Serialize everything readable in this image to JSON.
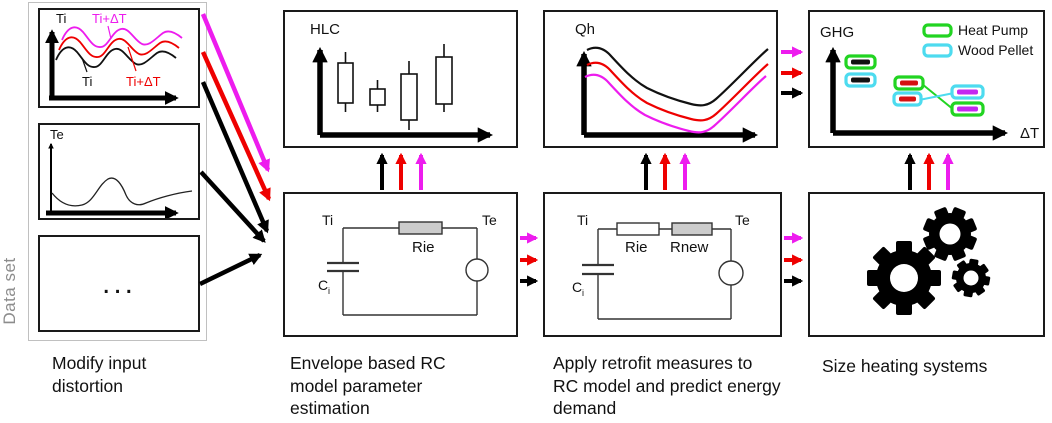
{
  "figure": {
    "captions": {
      "col1": "Modify input distortion",
      "col2": "Envelope based RC model parameter estimation",
      "col3": "Apply retrofit measures to RC model and predict energy demand",
      "col4": "Size heating systems"
    },
    "dataset": {
      "side_label": "Data set",
      "ti_plot": {
        "y_label": "Ti",
        "curve_top_label": "Ti+ΔT",
        "curve_mid_label": "Ti",
        "curve_bottom_label": "Ti+ΔT"
      },
      "te_plot": {
        "y_label": "Te"
      },
      "ellipsis": "..."
    },
    "hlc_plot": {
      "y_label": "HLC"
    },
    "qh_plot": {
      "y_label": "Qh"
    },
    "ghg_plot": {
      "y_label": "GHG",
      "x_label": "ΔT",
      "legend": {
        "heat_pump": "Heat Pump",
        "wood_pellet": "Wood Pellet"
      }
    },
    "circuit1": {
      "node_left": "Ti",
      "node_right": "Te",
      "resistor": "Rie",
      "capacitor": "C",
      "capacitor_sub": "i"
    },
    "circuit2": {
      "node_left": "Ti",
      "node_right": "Te",
      "resistor_old": "Rie",
      "resistor_new": "Rnew",
      "capacitor": "C",
      "capacitor_sub": "i"
    }
  },
  "colors": {
    "magenta": "#ED1CEE",
    "red": "#EE0000",
    "black": "#000000",
    "green": "#22D422",
    "cyan": "#4DDBEF",
    "purple_bar": "#C427F0",
    "resistor_fill": "#CCCCCC",
    "frame_gray": "#C0C0C0",
    "side_label_gray": "#8C8C8C"
  }
}
